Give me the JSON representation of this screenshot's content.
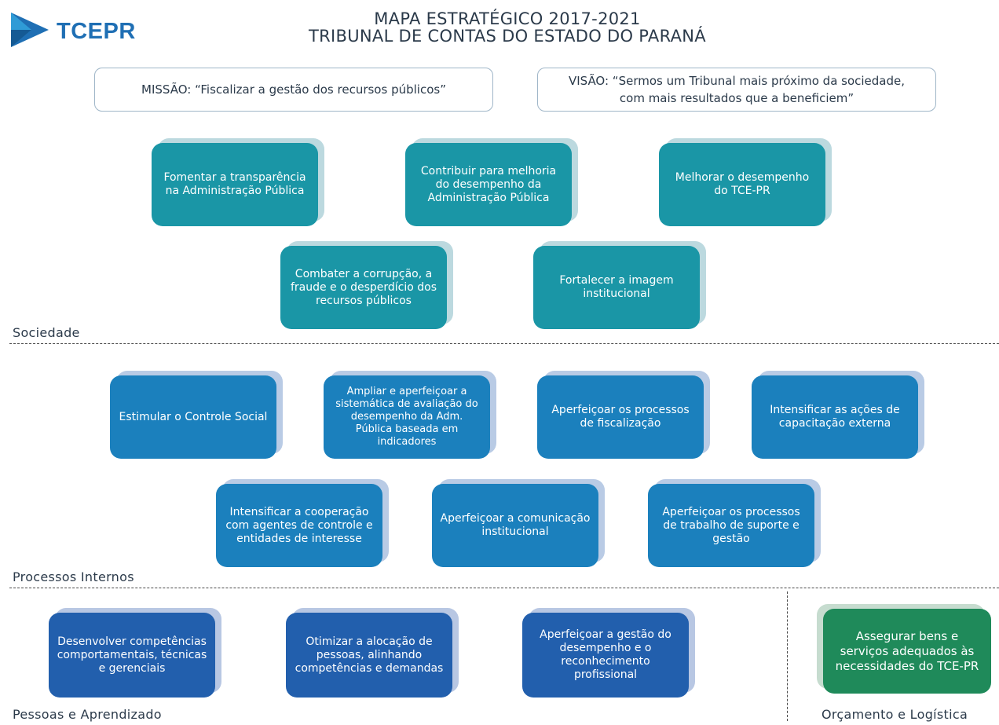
{
  "logo": {
    "text": "TCEPR"
  },
  "header": {
    "title_line1": "MAPA ESTRATÉGICO 2017-2021",
    "title_line2": "TRIBUNAL DE CONTAS DO ESTADO DO PARANÁ"
  },
  "missao": "MISSÃO: “Fiscalizar a gestão dos recursos públicos”",
  "visao": "VISÃO: “Sermos um Tribunal mais próximo da sociedade, com mais resultados que a beneficiem”",
  "sections": {
    "sociedade": "Sociedade",
    "processos": "Processos Internos",
    "pessoas": "Pessoas e Aprendizado",
    "orcamento": "Orçamento e Logística"
  },
  "sociedade_objectives": [
    "Fomentar a transparência na Administração Pública",
    "Contribuir para melhoria do desempenho da Administração Pública",
    "Melhorar o desempenho do TCE-PR",
    "Combater a corrupção, a fraude e o desperdício dos recursos públicos",
    "Fortalecer a imagem institucional"
  ],
  "processos_objectives": [
    "Estimular o Controle Social",
    "Ampliar e aperfeiçoar a sistemática de avaliação do desempenho da Adm. Pública baseada em indicadores",
    "Aperfeiçoar os processos de fiscalização",
    "Intensificar as ações de capacitação externa",
    "Intensificar a cooperação com agentes de controle e entidades de interesse",
    "Aperfeiçoar a comunicação institucional",
    "Aperfeiçoar os processos de trabalho de suporte e gestão"
  ],
  "pessoas_objectives": [
    "Desenvolver competências comportamentais, técnicas e gerenciais",
    "Otimizar a alocação de pessoas, alinhando competências e demandas",
    "Aperfeiçoar a gestão do desempenho e o reconhecimento profissional"
  ],
  "orcamento_objectives": [
    "Assegurar bens e serviços adequados às necessidades do TCE-PR"
  ],
  "colors": {
    "sociedade": "#1a96a6",
    "processos": "#1b80bd",
    "pessoas": "#225fad",
    "orcamento": "#1f8a5a",
    "logo": "#1f6fb4"
  }
}
